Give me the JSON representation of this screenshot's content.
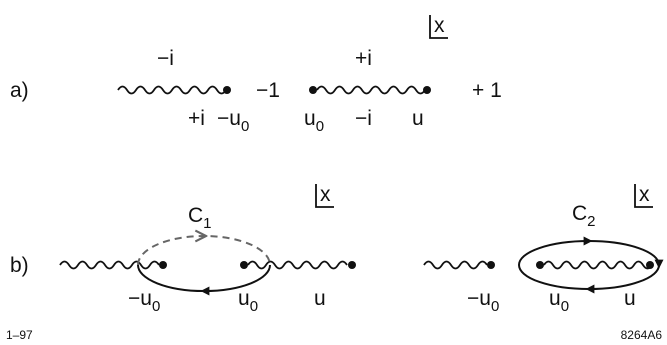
{
  "plane_label": "x",
  "row_a": {
    "label": "a)",
    "term1": {
      "top": "−i",
      "bottom_left": "+i",
      "bottom_right": "−u",
      "bottom_right_sub": "0"
    },
    "minus_one": "−1",
    "term2": {
      "top": "+i",
      "bottom_left": "u",
      "bottom_left_sub": "0",
      "bottom_mid": "−i",
      "bottom_right": "u"
    },
    "plus_one": "+ 1"
  },
  "row_b": {
    "label": "b)",
    "left": {
      "contour": "C",
      "contour_sub": "1",
      "p1": "−u",
      "p1_sub": "0",
      "p2": "u",
      "p2_sub": "0",
      "p3": "u"
    },
    "right": {
      "contour": "C",
      "contour_sub": "2",
      "p1": "−u",
      "p1_sub": "0",
      "p2": "u",
      "p2_sub": "0",
      "p3": "u"
    }
  },
  "footer": {
    "left": "1–97",
    "right": "8264A6"
  }
}
